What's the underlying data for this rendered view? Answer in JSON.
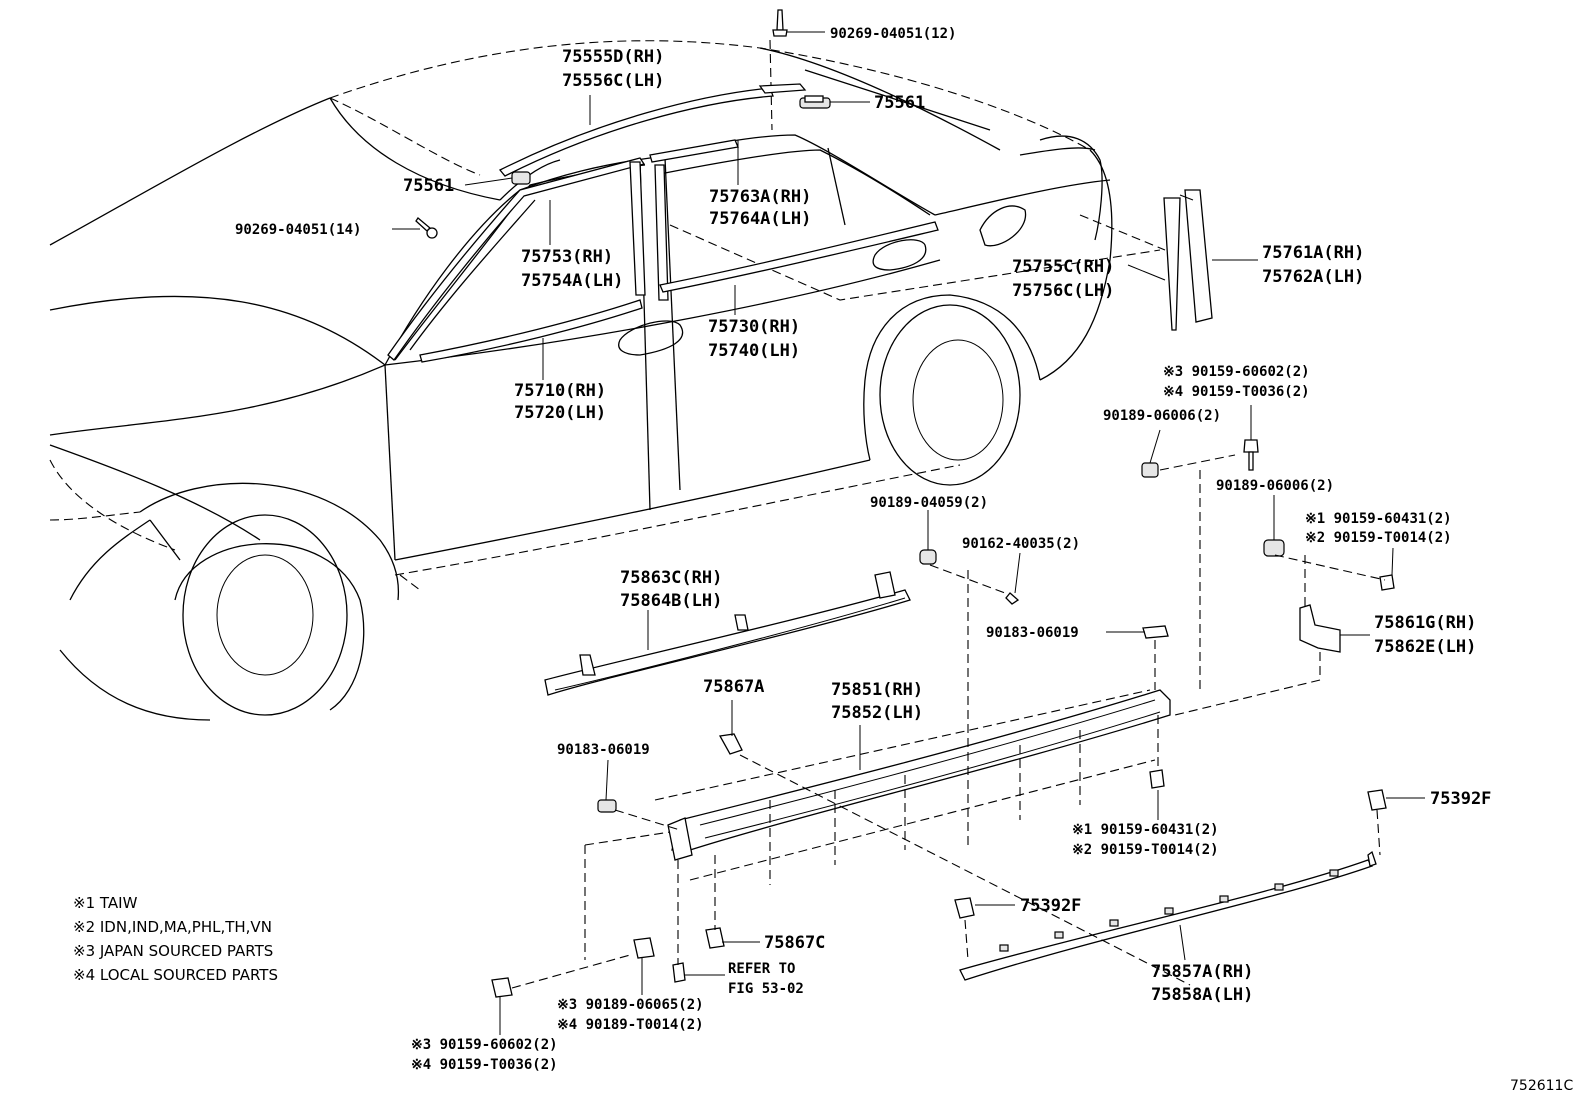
{
  "figure_code": "752611C",
  "legend": [
    "※1 TAIW",
    "※2 IDN,IND,MA,PHL,TH,VN",
    "※3 JAPAN SOURCED PARTS",
    "※4 LOCAL SOURCED PARTS"
  ],
  "labels": {
    "p90269_12": "90269-04051(12)",
    "p75555d": "75555D(RH)",
    "p75556c_top": "75556C(LH)",
    "p75561_right": "75561",
    "p75561_left": "75561",
    "p90269_14": "90269-04051(14)",
    "p75763a": "75763A(RH)",
    "p75764a": "75764A(LH)",
    "p75753": "75753(RH)",
    "p75754a": "75754A(LH)",
    "p75755c": "75755C(RH)",
    "p75756c": "75756C(LH)",
    "p75761a": "75761A(RH)",
    "p75762a": "75762A(LH)",
    "p75730": "75730(RH)",
    "p75740": "75740(LH)",
    "p75710": "75710(RH)",
    "p75720": "75720(LH)",
    "r3_60602_top": "※3 90159-60602(2)",
    "r4_T0036_top": "※4 90159-T0036(2)",
    "p90189_06006_a": "90189-06006(2)",
    "p90189_06006_b": "90189-06006(2)",
    "r1_60431_top": "※1 90159-60431(2)",
    "r2_T0014_top": "※2 90159-T0014(2)",
    "p90189_04059": "90189-04059(2)",
    "p90162_40035": "90162-40035(2)",
    "p75863c": "75863C(RH)",
    "p75864b": "75864B(LH)",
    "p75861g": "75861G(RH)",
    "p75862e": "75862E(LH)",
    "p90183_06019_r": "90183-06019",
    "p75867a": "75867A",
    "p75851": "75851(RH)",
    "p75852": "75852(LH)",
    "p90183_06019_l": "90183-06019",
    "p75392f_r": "75392F",
    "r1_60431_mid": "※1 90159-60431(2)",
    "r2_T0014_mid": "※2 90159-T0014(2)",
    "p75392f_l": "75392F",
    "p75867c": "75867C",
    "refer_to": "REFER TO",
    "fig_ref": "FIG 53-02",
    "p75857a": "75857A(RH)",
    "p75858a": "75858A(LH)",
    "r3_06065": "※3 90189-06065(2)",
    "r4_T0014_bot": "※4 90189-T0014(2)",
    "r3_60602_bot": "※3 90159-60602(2)",
    "r4_T0036_bot": "※4 90159-T0036(2)"
  }
}
